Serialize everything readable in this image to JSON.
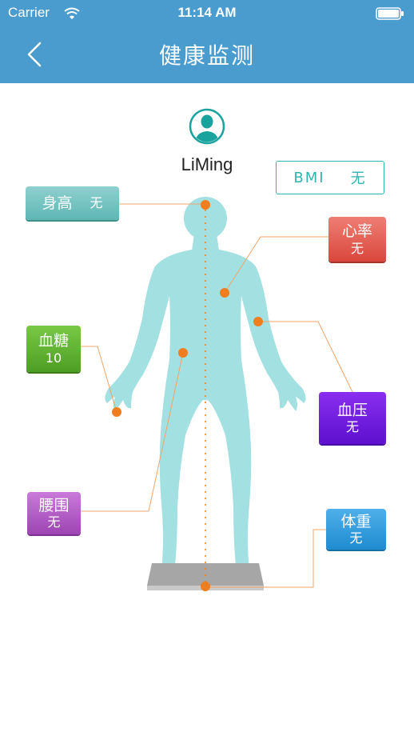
{
  "status_bar": {
    "carrier": "Carrier",
    "time": "11:14 AM"
  },
  "header": {
    "title": "健康监测"
  },
  "user": {
    "name": "LiMing"
  },
  "bmi": {
    "label": "BMI",
    "value": "无"
  },
  "metrics": {
    "height": {
      "label": "身高",
      "value": "无",
      "color": "#6fc2c0"
    },
    "heart_rate": {
      "label": "心率",
      "value": "无",
      "color": "#e35a4f"
    },
    "blood_sugar": {
      "label": "血糖",
      "value": "10",
      "color": "#5fb12f"
    },
    "blood_pressure": {
      "label": "血压",
      "value": "无",
      "color": "#6d1ae0"
    },
    "waist": {
      "label": "腰围",
      "value": "无",
      "color": "#b05ec4"
    },
    "weight": {
      "label": "体重",
      "value": "无",
      "color": "#2f9ddf"
    }
  },
  "colors": {
    "header": "#4a9ccf",
    "accent": "#2fb4b0",
    "body": "#a3e0e2",
    "marker": "#f07e1e"
  }
}
